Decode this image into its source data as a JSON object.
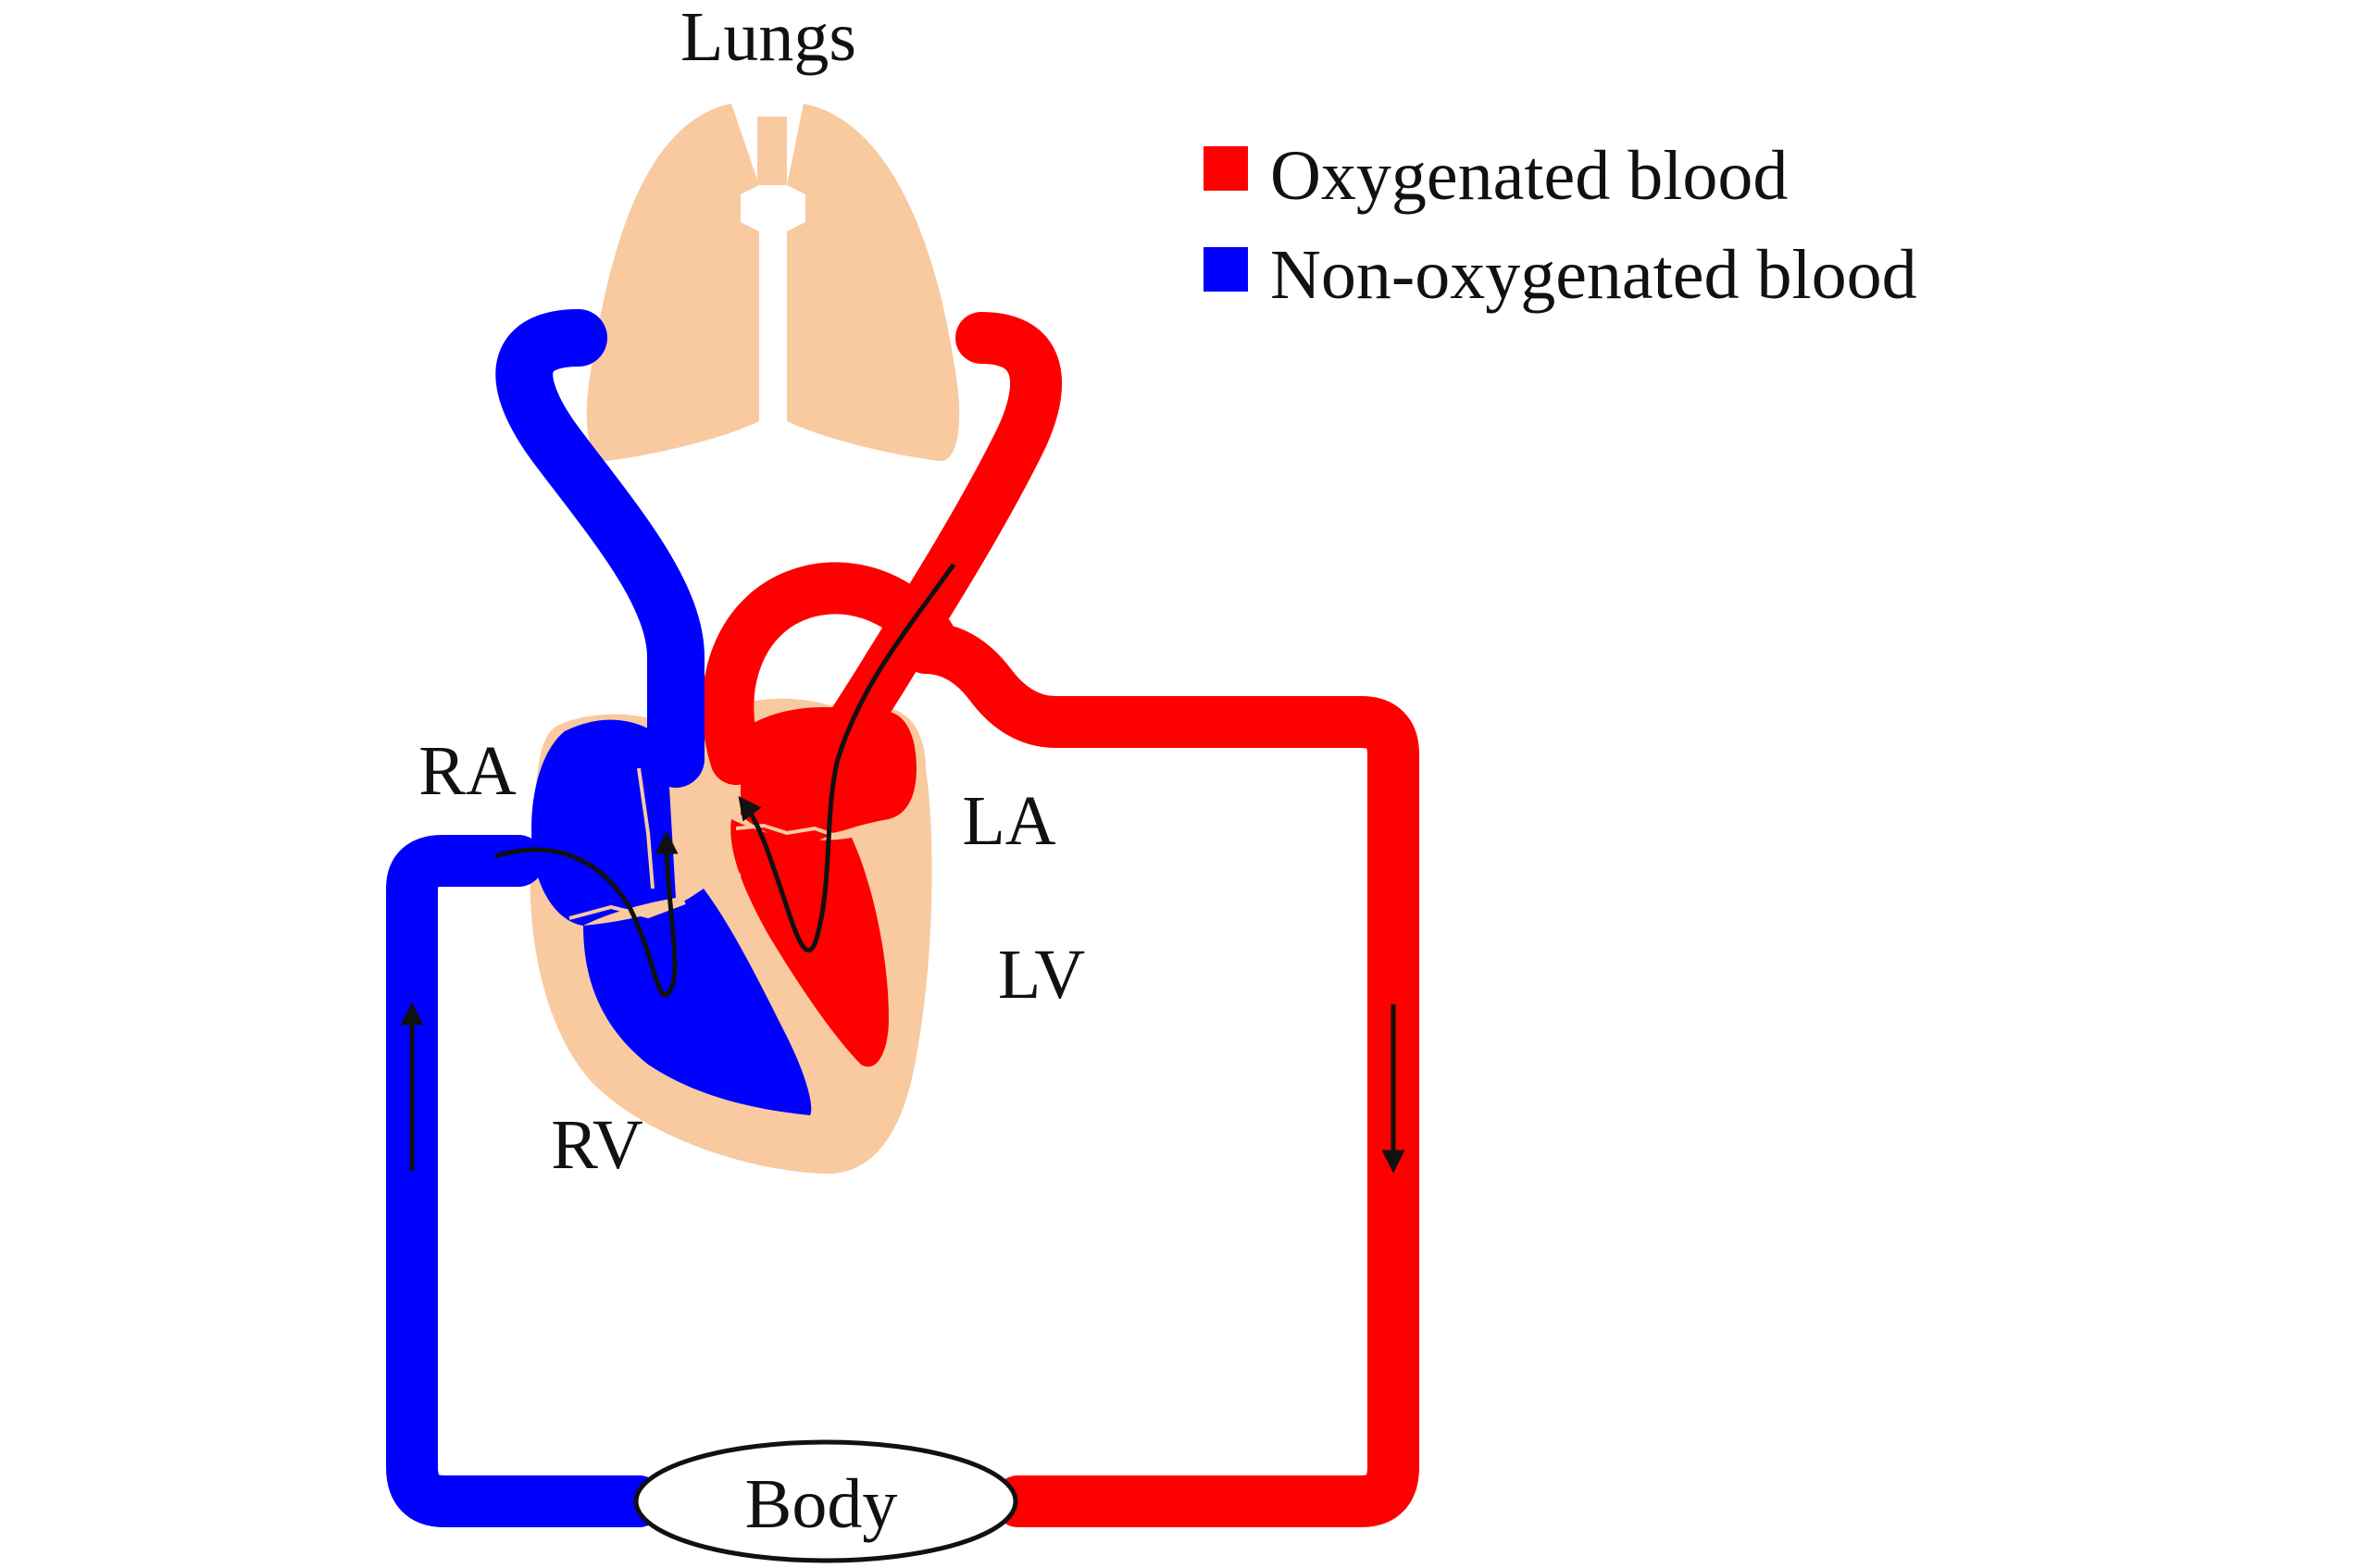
{
  "labels": {
    "lungs": "Lungs",
    "ra": "RA",
    "la": "LA",
    "lv": "LV",
    "rv": "RV",
    "body": "Body"
  },
  "legend": {
    "items": [
      {
        "label": "Oxygenated blood",
        "color": "#ff0000"
      },
      {
        "label": "Non-oxygenated blood",
        "color": "#0000ff"
      }
    ]
  },
  "colors": {
    "oxygenated": "#ff0000",
    "non_oxygenated": "#0000ff",
    "tissue": "#f9c9a0",
    "arrow": "#111111"
  }
}
